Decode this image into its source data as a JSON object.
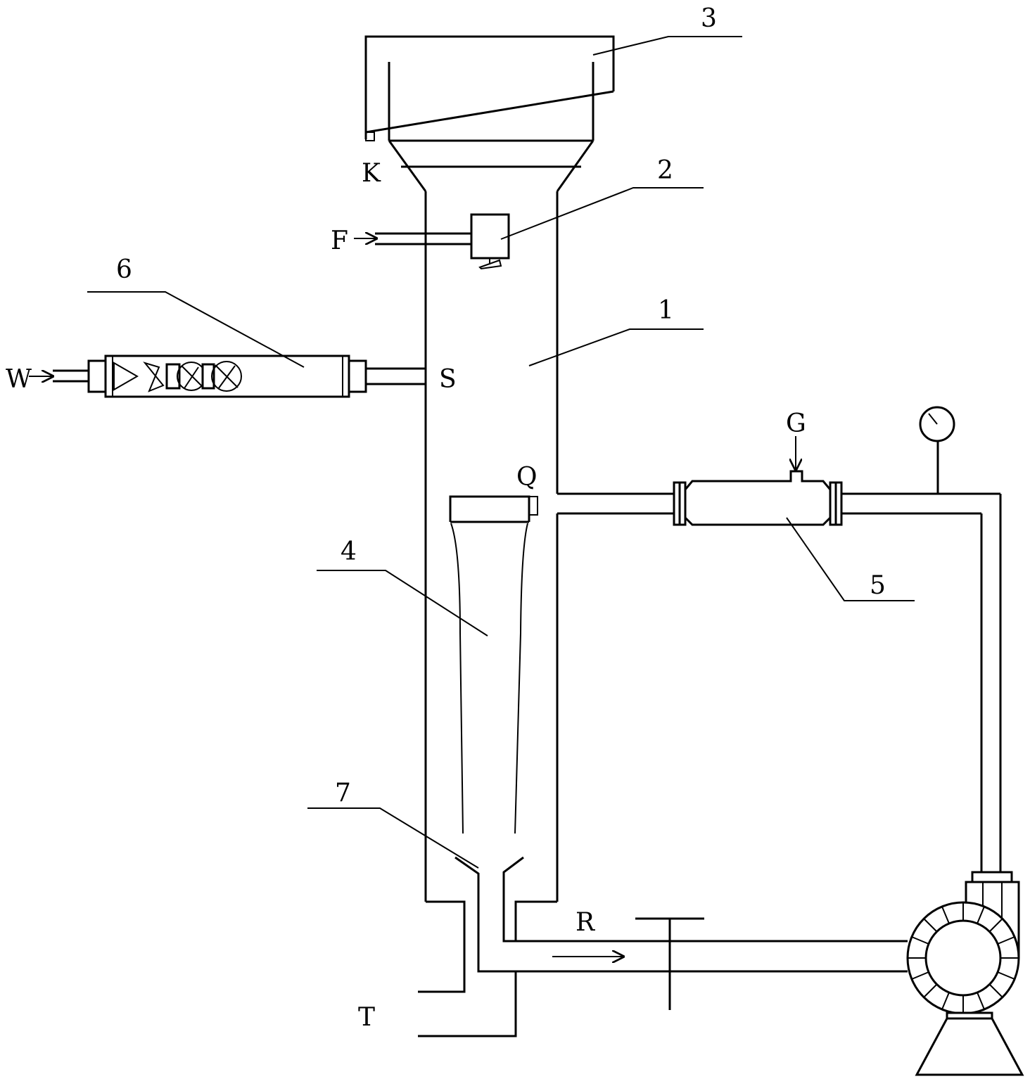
{
  "labels": {
    "n1": "1",
    "n2": "2",
    "n3": "3",
    "n4": "4",
    "n5": "5",
    "n6": "6",
    "n7": "7",
    "K": "K",
    "F": "F",
    "W": "W",
    "S": "S",
    "G": "G",
    "Q": "Q",
    "R": "R",
    "T": "T"
  }
}
